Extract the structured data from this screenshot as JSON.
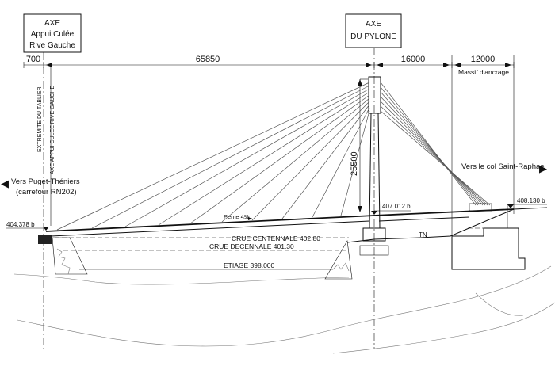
{
  "labels": {
    "abutment_axis": [
      "AXE",
      "Appui Culée",
      "Rive Gauche"
    ],
    "pylon_axis": [
      "AXE",
      "DU PYLONE"
    ],
    "massif": "Massif d'ancrage",
    "deck_end": "EXTREMITE DU TABLIER",
    "abutment_support_axis": "AXE APPUI CULEE RIVE GAUCHE",
    "left_direction": [
      "Vers Puget-Théniers",
      "(carrefour RN202)"
    ],
    "right_direction": "Vers le col Saint-Raphael",
    "slope": "Pente 4%",
    "flood_100": "CRUE CENTENNALE 402.80",
    "flood_10": "CRUE DECENNALE 401.30",
    "low_water": "ETIAGE  398.000",
    "terrain": "TN"
  },
  "dimensions": {
    "d700": "700",
    "d65850": "65850",
    "d16000": "16000",
    "d12000": "12000",
    "d25500": "25500"
  },
  "elevations": {
    "left": "404.378 b",
    "pylon": "407.012 b",
    "right": "408.130 b"
  },
  "arrows": {
    "left": "◀",
    "right": "▶"
  }
}
